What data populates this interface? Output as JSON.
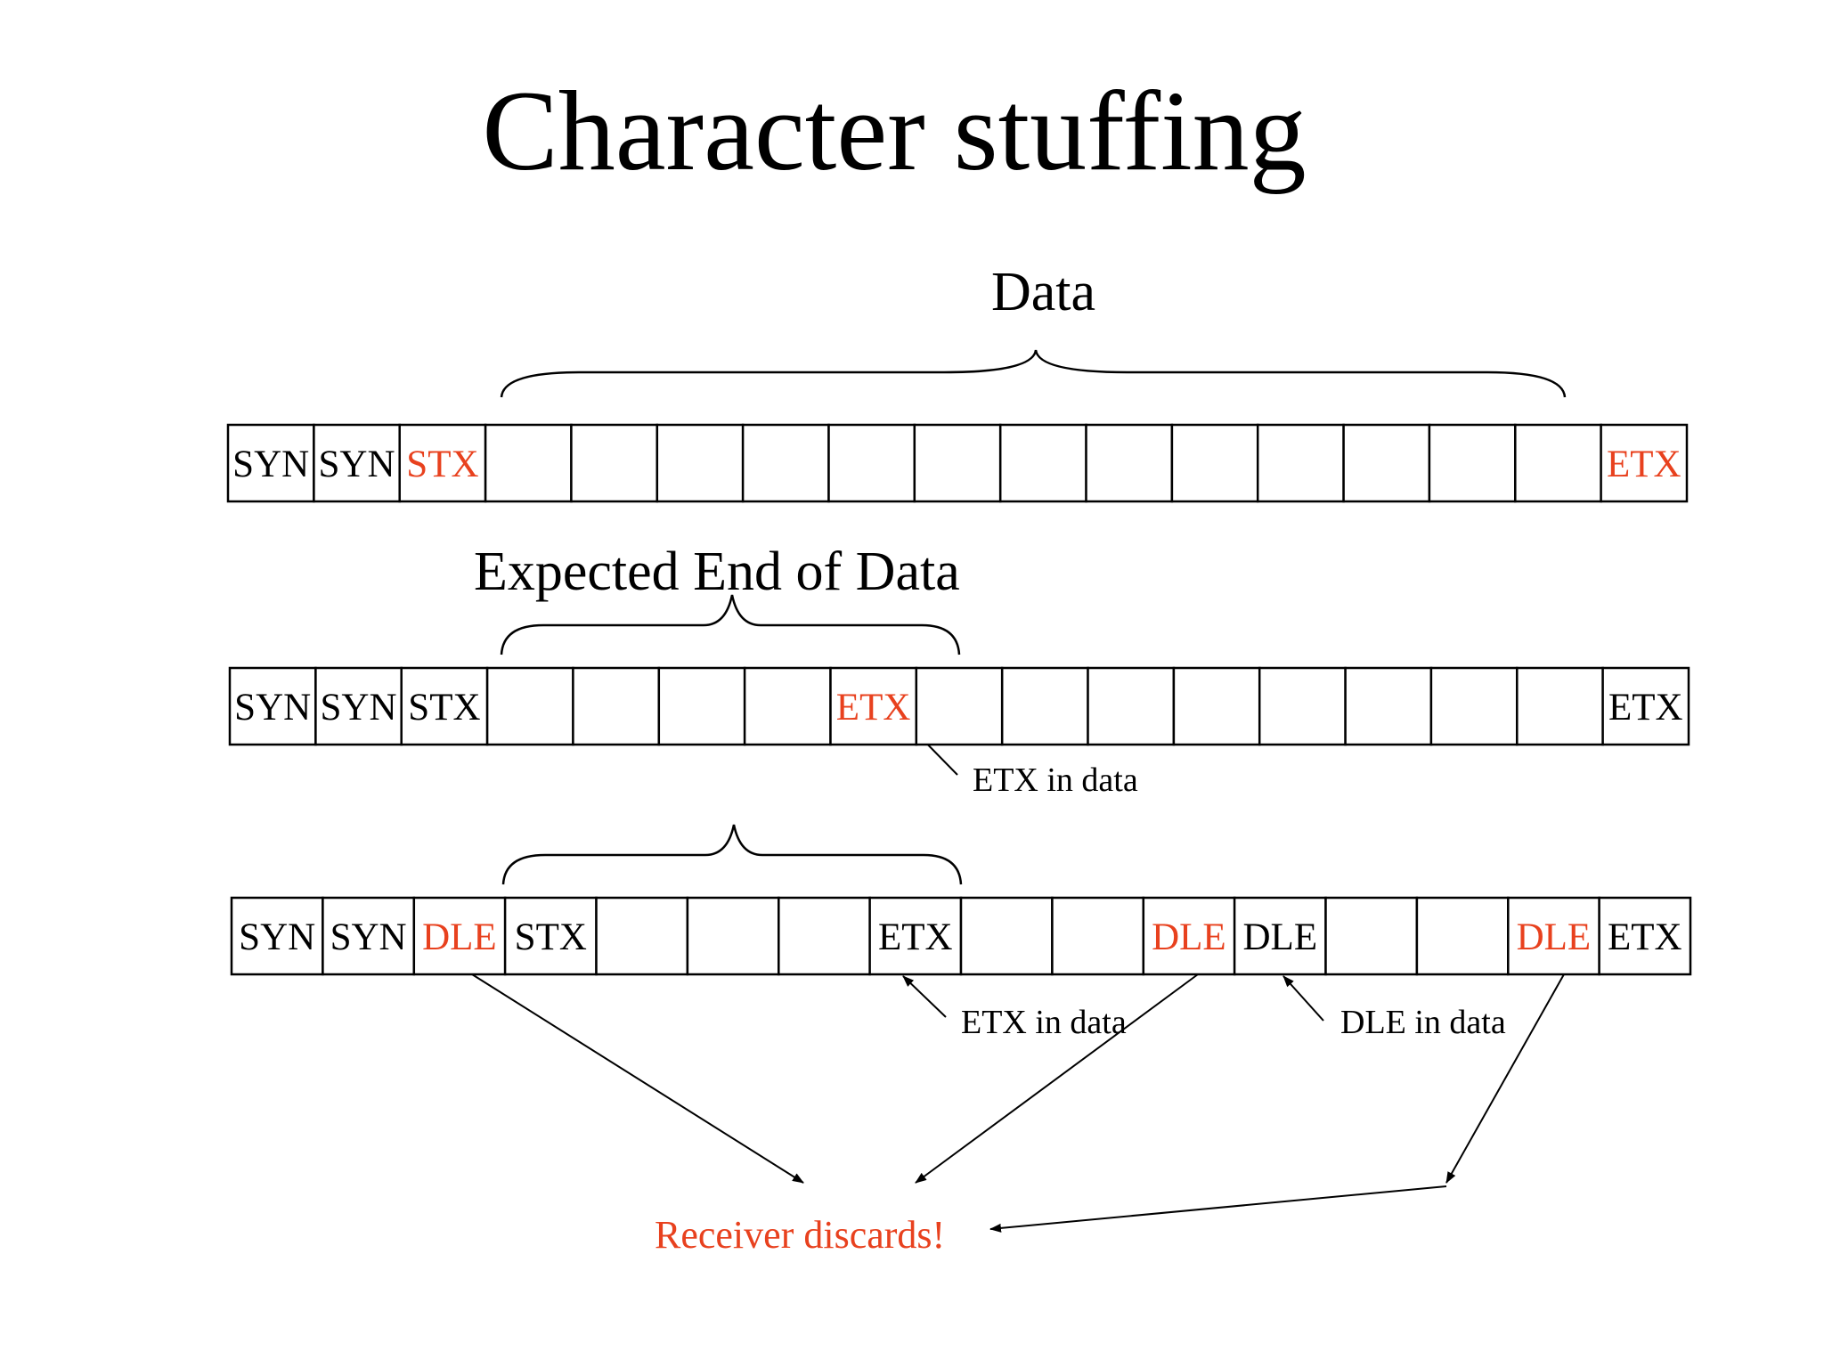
{
  "title": "Character stuffing",
  "colors": {
    "highlight": "#e8411e",
    "normal": "#000000"
  },
  "labels": {
    "data": "Data",
    "expected_end": "Expected End of Data",
    "etx_in_data_1": "ETX in data",
    "etx_in_data_2": "ETX in data",
    "dle_in_data": "DLE in data",
    "receiver_discards": "Receiver discards!"
  },
  "rows": [
    {
      "name": "frame-original",
      "cells": [
        {
          "text": "SYN",
          "red": false
        },
        {
          "text": "SYN",
          "red": false
        },
        {
          "text": "STX",
          "red": true
        },
        {
          "text": "",
          "red": false
        },
        {
          "text": "",
          "red": false
        },
        {
          "text": "",
          "red": false
        },
        {
          "text": "",
          "red": false
        },
        {
          "text": "",
          "red": false
        },
        {
          "text": "",
          "red": false
        },
        {
          "text": "",
          "red": false
        },
        {
          "text": "",
          "red": false
        },
        {
          "text": "",
          "red": false
        },
        {
          "text": "",
          "red": false
        },
        {
          "text": "",
          "red": false
        },
        {
          "text": "",
          "red": false
        },
        {
          "text": "",
          "red": false
        },
        {
          "text": "ETX",
          "red": true
        }
      ]
    },
    {
      "name": "frame-etx-in-data",
      "cells": [
        {
          "text": "SYN",
          "red": false
        },
        {
          "text": "SYN",
          "red": false
        },
        {
          "text": "STX",
          "red": false
        },
        {
          "text": "",
          "red": false
        },
        {
          "text": "",
          "red": false
        },
        {
          "text": "",
          "red": false
        },
        {
          "text": "",
          "red": false
        },
        {
          "text": "ETX",
          "red": true
        },
        {
          "text": "",
          "red": false
        },
        {
          "text": "",
          "red": false
        },
        {
          "text": "",
          "red": false
        },
        {
          "text": "",
          "red": false
        },
        {
          "text": "",
          "red": false
        },
        {
          "text": "",
          "red": false
        },
        {
          "text": "",
          "red": false
        },
        {
          "text": "",
          "red": false
        },
        {
          "text": "ETX",
          "red": false
        }
      ]
    },
    {
      "name": "frame-stuffed",
      "cells": [
        {
          "text": "SYN",
          "red": false
        },
        {
          "text": "SYN",
          "red": false
        },
        {
          "text": "DLE",
          "red": true
        },
        {
          "text": "STX",
          "red": false
        },
        {
          "text": "",
          "red": false
        },
        {
          "text": "",
          "red": false
        },
        {
          "text": "",
          "red": false
        },
        {
          "text": "ETX",
          "red": false
        },
        {
          "text": "",
          "red": false
        },
        {
          "text": "",
          "red": false
        },
        {
          "text": "DLE",
          "red": true
        },
        {
          "text": "DLE",
          "red": false
        },
        {
          "text": "",
          "red": false
        },
        {
          "text": "",
          "red": false
        },
        {
          "text": "DLE",
          "red": true
        },
        {
          "text": "ETX",
          "red": false
        }
      ]
    }
  ]
}
